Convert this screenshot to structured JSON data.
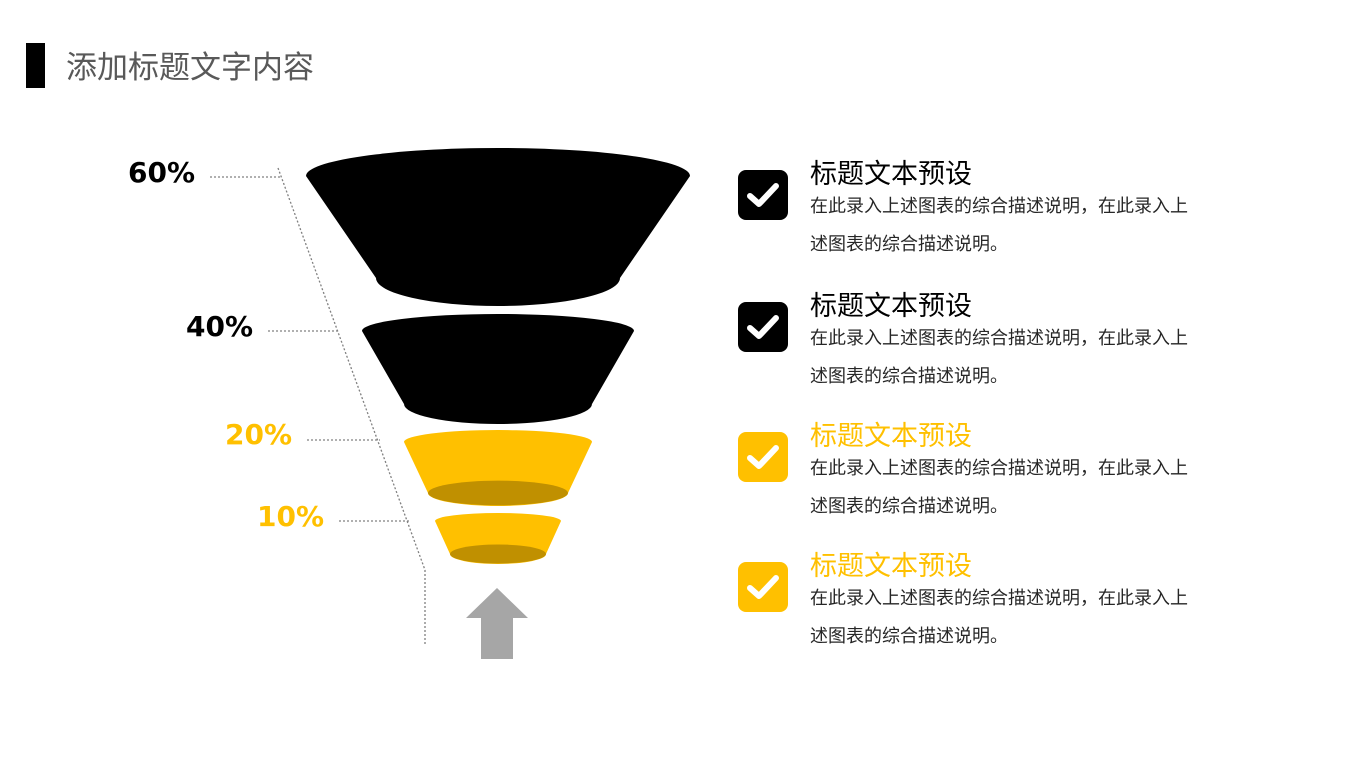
{
  "page": {
    "title": "添加标题文字内容"
  },
  "colors": {
    "black": "#000000",
    "yellow": "#FFC000",
    "yellow_dark": "#C09000",
    "gray": "#A6A6A6"
  },
  "chart_data": {
    "type": "funnel",
    "categories": [
      "60%",
      "40%",
      "20%",
      "10%"
    ],
    "values": [
      60,
      40,
      20,
      10
    ],
    "tiers": [
      {
        "label": "60%",
        "value": 60,
        "color": "black"
      },
      {
        "label": "40%",
        "value": 40,
        "color": "black"
      },
      {
        "label": "20%",
        "value": 20,
        "color": "yellow"
      },
      {
        "label": "10%",
        "value": 10,
        "color": "yellow"
      }
    ]
  },
  "items": [
    {
      "title": "标题文本预设",
      "desc": "在此录入上述图表的综合描述说明，在此录入上述图表的综合描述说明。",
      "color": "black",
      "icon": "checkmark-icon"
    },
    {
      "title": "标题文本预设",
      "desc": "在此录入上述图表的综合描述说明，在此录入上述图表的综合描述说明。",
      "color": "black",
      "icon": "checkmark-icon"
    },
    {
      "title": "标题文本预设",
      "desc": "在此录入上述图表的综合描述说明，在此录入上述图表的综合描述说明。",
      "color": "yellow",
      "icon": "checkmark-icon"
    },
    {
      "title": "标题文本预设",
      "desc": "在此录入上述图表的综合描述说明，在此录入上述图表的综合描述说明。",
      "color": "yellow",
      "icon": "checkmark-icon"
    }
  ],
  "arrow": {
    "icon": "up-arrow-icon"
  }
}
